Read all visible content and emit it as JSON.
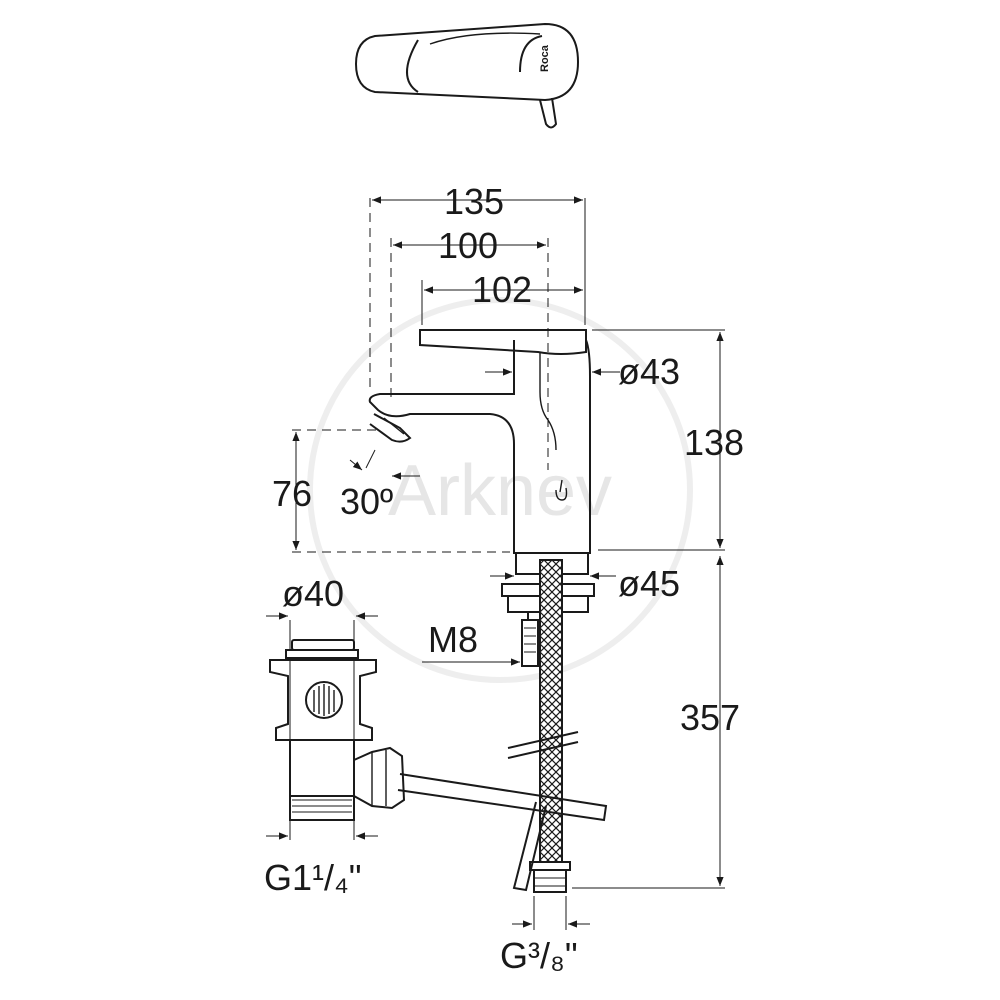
{
  "watermark": "Arknev",
  "logo_text": "Roca",
  "dimensions": {
    "overall_width": "135",
    "spout_reach": "100",
    "handle_length": "102",
    "body_diameter": "ø43",
    "total_height": "138",
    "spout_height": "76",
    "spout_angle": "30º",
    "base_diameter": "ø45",
    "waste_diameter": "ø40",
    "stud_thread": "M8",
    "hose_length": "357",
    "waste_thread": "G1¹/₄\"",
    "hose_thread": "G³/₈\""
  }
}
